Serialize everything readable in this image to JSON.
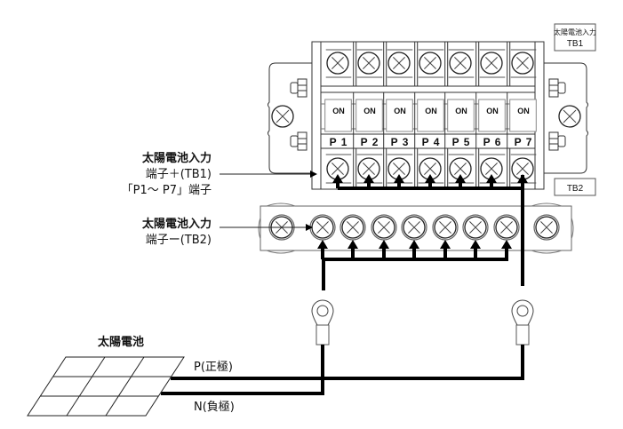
{
  "tb1_box": {
    "line1": "太陽電池入力",
    "line2": "TB1"
  },
  "tb2_box": {
    "label": "TB2"
  },
  "switches": [
    "ON",
    "ON",
    "ON",
    "ON",
    "ON",
    "ON",
    "ON"
  ],
  "terminals": [
    "P 1",
    "P 2",
    "P 3",
    "P 4",
    "P 5",
    "P 6",
    "P 7"
  ],
  "callout_positive": {
    "line1": "太陽電池入力",
    "line2": "端子＋(TB1)",
    "line3": "「P1～ P7」端子"
  },
  "callout_negative": {
    "line1": "太陽電池入力",
    "line2": "端子ー(TB2)"
  },
  "solar_panel": {
    "label": "太陽電池"
  },
  "wires": {
    "positive": "P(正極)",
    "negative": "N(負極)"
  },
  "icons": {
    "screw": "screw-cross-icon",
    "ring_terminal": "ring-terminal-icon",
    "nut": "hex-nut-icon"
  }
}
